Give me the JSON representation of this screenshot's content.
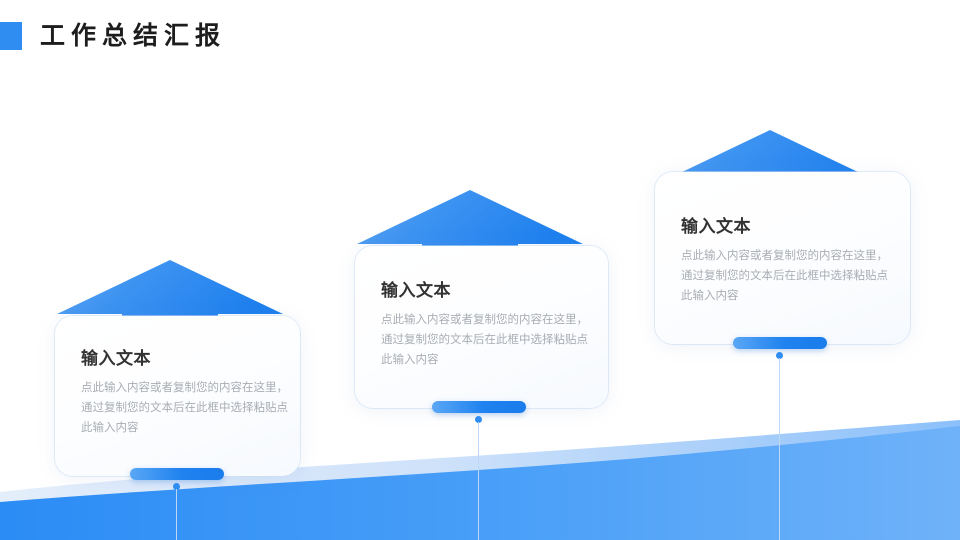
{
  "header": {
    "title": "工作总结汇报",
    "accent_color": "#2f8cf0"
  },
  "theme": {
    "background": "#ffffff",
    "primary_blue": "#2f8cf0",
    "deep_blue": "#1b7cec",
    "light_blue": "#6bb0f8",
    "pale_blue": "#dbe9fb",
    "title_color": "#333333",
    "body_color": "#a9adb3"
  },
  "cards": [
    {
      "title": "输入文本",
      "body": "点此输入内容或者复制您的内容在这里，通过复制您的文本后在此框中选择粘贴点此输入内容"
    },
    {
      "title": "输入文本",
      "body": "点此输入内容或者复制您的内容在这里，通过复制您的文本后在此框中选择粘贴点此输入内容"
    },
    {
      "title": "输入文本",
      "body": "点此输入内容或者复制您的内容在这里，通过复制您的文本后在此框中选择粘贴点此输入内容"
    }
  ]
}
